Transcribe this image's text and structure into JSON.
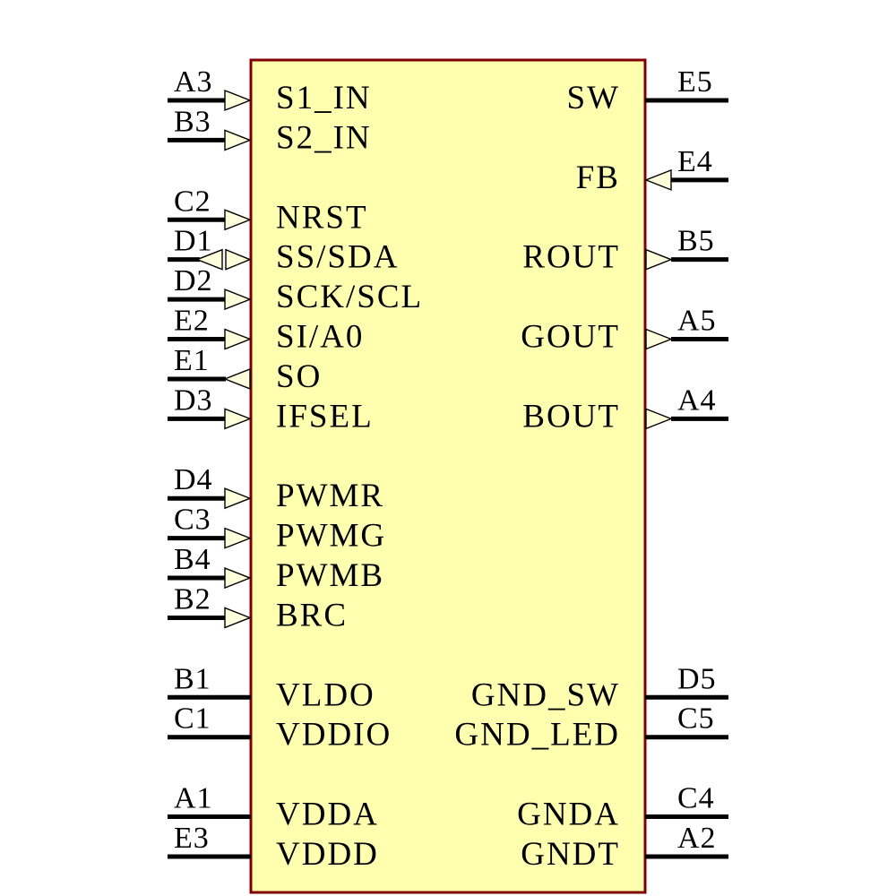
{
  "component": {
    "kind": "ic-schematic-symbol",
    "colors": {
      "background": "#FFFFFF",
      "body_fill": "#FFFFB0",
      "body_stroke": "#800000",
      "arrow_fill": "#FFFFDC",
      "pin_line": "#000000",
      "text": "#000000"
    },
    "left_pins": [
      {
        "designator": "A3",
        "name": "S1_IN",
        "arrow": "in",
        "row": 0
      },
      {
        "designator": "B3",
        "name": "S2_IN",
        "arrow": "in",
        "row": 1
      },
      {
        "designator": "C2",
        "name": "NRST",
        "arrow": "in",
        "row": 3
      },
      {
        "designator": "D1",
        "name": "SS/SDA",
        "arrow": "bidir",
        "row": 4
      },
      {
        "designator": "D2",
        "name": "SCK/SCL",
        "arrow": "in",
        "row": 5
      },
      {
        "designator": "E2",
        "name": "SI/A0",
        "arrow": "in",
        "row": 6
      },
      {
        "designator": "E1",
        "name": "SO",
        "arrow": "out",
        "row": 7
      },
      {
        "designator": "D3",
        "name": "IFSEL",
        "arrow": "in",
        "row": 8
      },
      {
        "designator": "D4",
        "name": "PWMR",
        "arrow": "in",
        "row": 10
      },
      {
        "designator": "C3",
        "name": "PWMG",
        "arrow": "in",
        "row": 11
      },
      {
        "designator": "B4",
        "name": "PWMB",
        "arrow": "in",
        "row": 12
      },
      {
        "designator": "B2",
        "name": "BRC",
        "arrow": "in",
        "row": 13
      },
      {
        "designator": "B1",
        "name": "VLDO",
        "arrow": "none",
        "row": 15
      },
      {
        "designator": "C1",
        "name": "VDDIO",
        "arrow": "none",
        "row": 16
      },
      {
        "designator": "A1",
        "name": "VDDA",
        "arrow": "none",
        "row": 18
      },
      {
        "designator": "E3",
        "name": "VDDD",
        "arrow": "none",
        "row": 19
      }
    ],
    "right_pins": [
      {
        "designator": "E5",
        "name": "SW",
        "arrow": "none",
        "row": 0
      },
      {
        "designator": "E4",
        "name": "FB",
        "arrow": "in",
        "row": 2
      },
      {
        "designator": "B5",
        "name": "ROUT",
        "arrow": "out",
        "row": 4
      },
      {
        "designator": "A5",
        "name": "GOUT",
        "arrow": "out",
        "row": 6
      },
      {
        "designator": "A4",
        "name": "BOUT",
        "arrow": "out",
        "row": 8
      },
      {
        "designator": "D5",
        "name": "GND_SW",
        "arrow": "none",
        "row": 15
      },
      {
        "designator": "C5",
        "name": "GND_LED",
        "arrow": "none",
        "row": 16
      },
      {
        "designator": "C4",
        "name": "GNDA",
        "arrow": "none",
        "row": 18
      },
      {
        "designator": "A2",
        "name": "GNDT",
        "arrow": "none",
        "row": 19
      }
    ]
  }
}
